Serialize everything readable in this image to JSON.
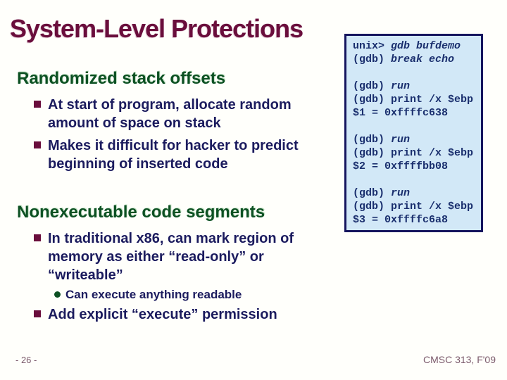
{
  "slide": {
    "title": "System-Level Protections",
    "footer": {
      "left": "- 26 -",
      "right": "CMSC 313, F'09"
    }
  },
  "colors": {
    "title_maroon": "#6a0e3c",
    "heading_green": "#0d5123",
    "body_navy": "#1b1b5e",
    "bullet_square_maroon": "#6a0e3c",
    "sub_bullet_green": "#0d5123",
    "code_text_navy": "#1a2f6e",
    "code_background": "#d2e8f7",
    "code_border_navy": "#15155e",
    "footer_text": "#7b5a6b",
    "background": "#fffffb"
  },
  "sections": [
    {
      "heading": "Randomized stack offsets",
      "bullets": [
        {
          "lines": [
            "At start of program, allocate random",
            "amount of space on stack"
          ]
        },
        {
          "lines": [
            "Makes it difficult for hacker to predict",
            "beginning of inserted code"
          ]
        }
      ]
    },
    {
      "heading": "Nonexecutable code segments",
      "bullets": [
        {
          "lines": [
            "In traditional x86, can mark region of",
            "memory as either “read-only” or",
            "“writeable”"
          ]
        },
        {
          "sub": true,
          "lines": [
            "Can execute anything readable"
          ]
        },
        {
          "lines": [
            "Add explicit “execute” permission"
          ]
        }
      ]
    }
  ],
  "code_box": {
    "lines": [
      {
        "pre": "unix> ",
        "it": "gdb bufdemo"
      },
      {
        "pre": "(gdb) ",
        "it": "break echo"
      },
      {
        "pre": "",
        "it": ""
      },
      {
        "pre": "(gdb) ",
        "it": "run"
      },
      {
        "pre": "(gdb) print /x $ebp",
        "it": ""
      },
      {
        "pre": "$1 = 0xffffc638",
        "it": ""
      },
      {
        "pre": "",
        "it": ""
      },
      {
        "pre": "(gdb) ",
        "it": "run"
      },
      {
        "pre": "(gdb) print /x $ebp",
        "it": ""
      },
      {
        "pre": "$2 = 0xffffbb08",
        "it": ""
      },
      {
        "pre": "",
        "it": ""
      },
      {
        "pre": "(gdb) ",
        "it": "run"
      },
      {
        "pre": "(gdb) print /x $ebp",
        "it": ""
      },
      {
        "pre": "$3 = 0xffffc6a8",
        "it": ""
      }
    ]
  }
}
